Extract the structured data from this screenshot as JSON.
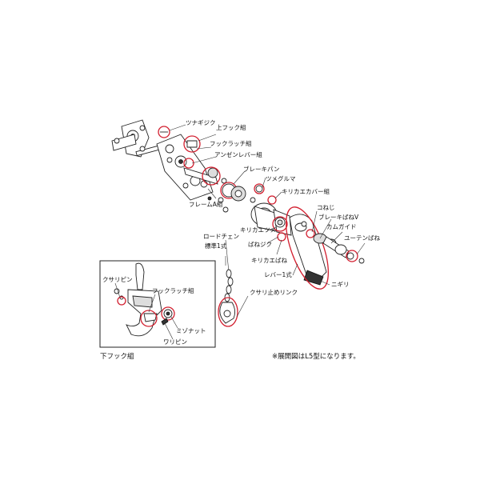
{
  "colors": {
    "highlight": "#d21f2f",
    "line": "#222222",
    "background": "#ffffff"
  },
  "labels": {
    "tsunagi_jiku": "ツナギジク",
    "upper_hook_set": "上フック組",
    "hook_latch_set_upper": "フックラッチ組",
    "anzen_lever_set": "アンゼンレバー組",
    "brake_pan": "ブレーキパン",
    "tsume_guruma": "ツメグルマ",
    "kirikae_cover_set": "キリカエカバー組",
    "frame_a_set": "フレームA組",
    "ko_neji": "コねじ",
    "brake_bane_v": "ブレーキばねV",
    "cam_guide": "カムガイド",
    "yuten_bane": "ユーテンばね",
    "kirikae_tsume": "キリカエツメ",
    "bane_jiku": "ばねジク",
    "kirikae_bane": "キリカエばね",
    "load_chain": "ロードチェン",
    "load_chain_std": "標準1式",
    "lever_1set": "レバー1式",
    "nigiri": "ニギリ",
    "kusari_tome_link": "クサリ止めリンク",
    "kusari_pin": "クサリピン",
    "hook_latch_set_lower": "フックラッチ組",
    "mizo_nut": "ミゾナット",
    "wari_pin": "ワリピン",
    "lower_hook_set": "下フック組",
    "note": "※展開図はL5型になります。"
  }
}
